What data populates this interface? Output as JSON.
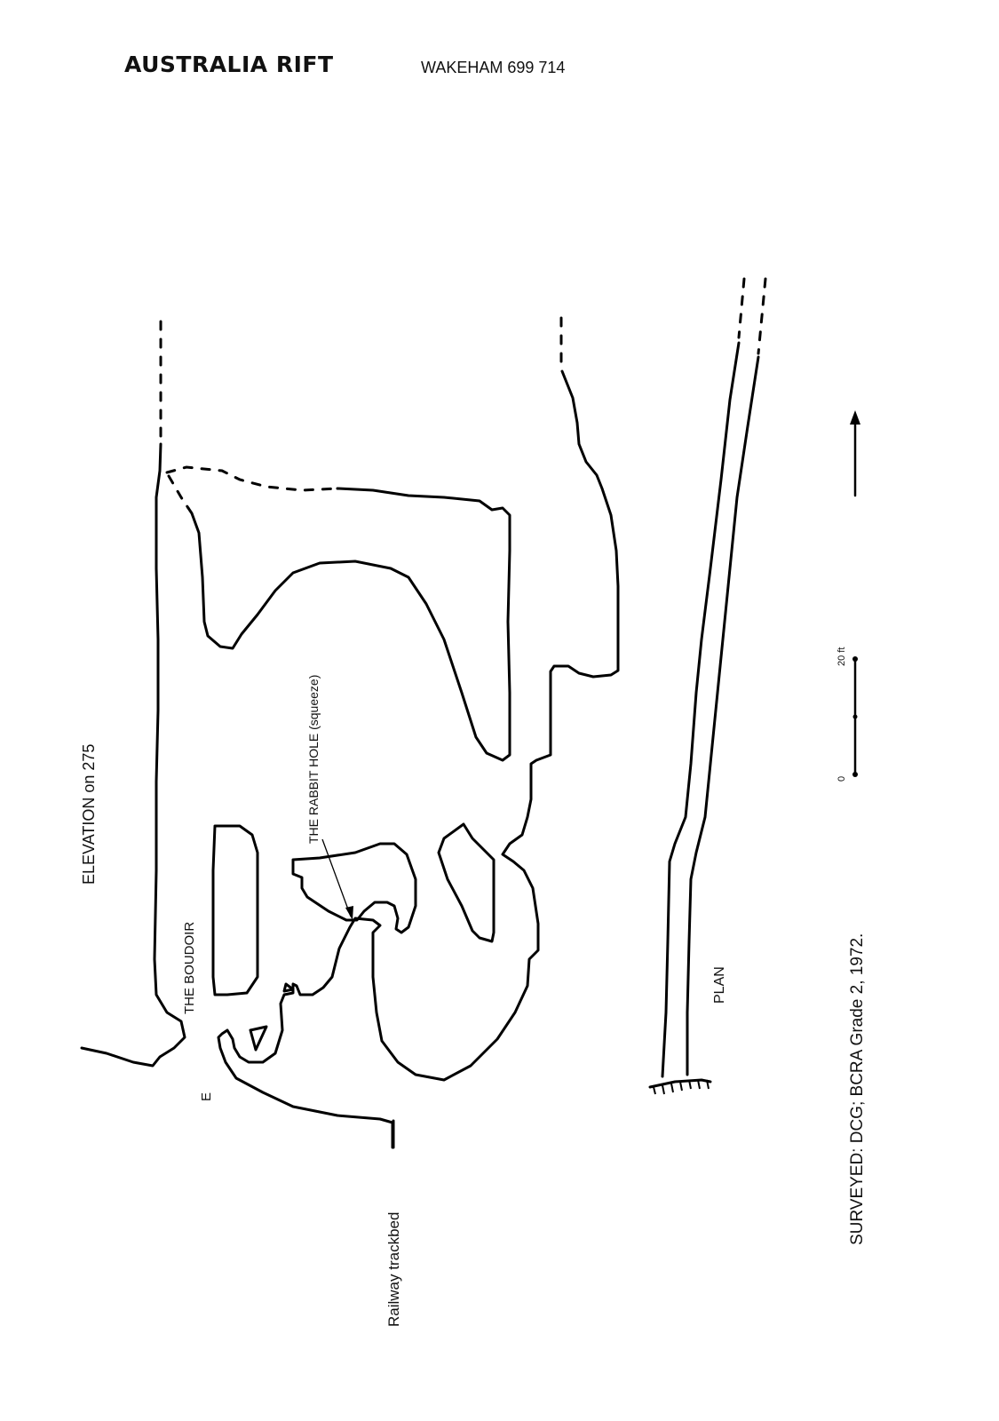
{
  "header": {
    "title": "AUSTRALIA RIFT",
    "grid_reference": "WAKEHAM  699 714"
  },
  "labels": {
    "elevation": "ELEVATION on 275",
    "boudoir": "THE BOUDOIR",
    "rabbit_hole": "THE RABBIT HOLE (squeeze)",
    "entrance": "E",
    "railway": "Railway trackbed",
    "plan": "PLAN",
    "surveyed": "SURVEYED:  DCG; BCRA Grade 2, 1972."
  },
  "scale_bar": {
    "start_label": "0",
    "end_label": "20 ft"
  },
  "north_arrow": {
    "icon": "north-arrow-icon"
  }
}
